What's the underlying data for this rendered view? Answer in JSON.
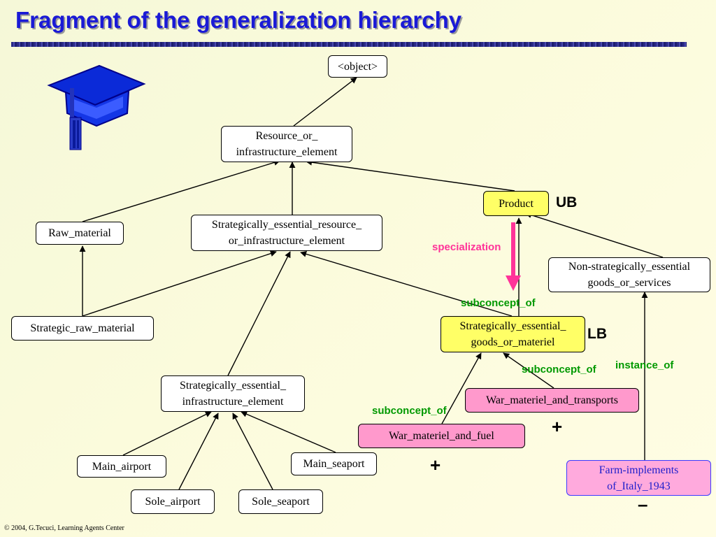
{
  "title": "Fragment of the generalization hierarchy",
  "footer": "© 2004, G.Tecuci, Learning Agents Center",
  "nodes": {
    "object": "<object>",
    "resource": "Resource_or_\ninfrastructure_element",
    "product": "Product",
    "raw_material": "Raw_material",
    "sere": "Strategically_essential_resource_\nor_infrastructure_element",
    "nonstrat": "Non-strategically_essential\ngoods_or_services",
    "strat_raw": "Strategic_raw_material",
    "segm": "Strategically_essential_\ngoods_or_materiel",
    "sei": "Strategically_essential_\ninfrastructure_element",
    "war_transports": "War_materiel_and_transports",
    "war_fuel": "War_materiel_and_fuel",
    "main_airport": "Main_airport",
    "main_seaport": "Main_seaport",
    "sole_airport": "Sole_airport",
    "sole_seaport": "Sole_seaport",
    "farm": "Farm-implements\nof_Italy_1943"
  },
  "labels": {
    "ub": "UB",
    "lb": "LB",
    "specialization": "specialization",
    "subconcept_of_1": "subconcept_of",
    "subconcept_of_2": "subconcept_of",
    "subconcept_of_3": "subconcept_of",
    "instance_of": "instance_of",
    "plus_1": "+",
    "plus_2": "+",
    "minus": "–"
  },
  "colors": {
    "title": "#1a1ad6",
    "yellow_node": "#ffff66",
    "pink_node": "#ff99cc",
    "specialization_arrow": "#ff3399",
    "relation_label": "#009900"
  },
  "icons": {
    "logo": "graduation-cap-icon"
  }
}
